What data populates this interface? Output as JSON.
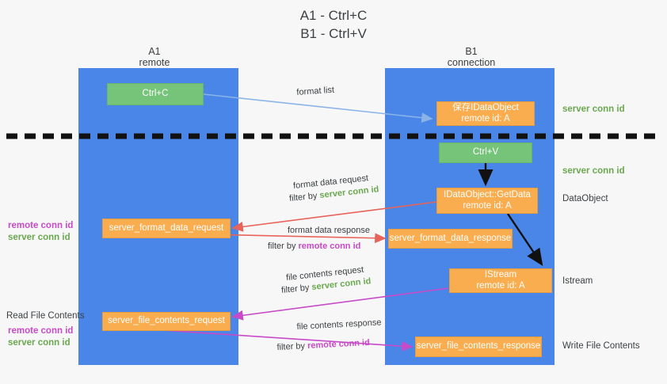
{
  "title": {
    "line1": "A1 - Ctrl+C",
    "line2": "B1 - Ctrl+V"
  },
  "lanes": [
    {
      "name": "A1",
      "sub": "remote"
    },
    {
      "name": "B1",
      "sub": "connection"
    }
  ],
  "boxes": {
    "ctrl_c": {
      "line1": "Ctrl+C",
      "line2": ""
    },
    "save_idataobject": {
      "line1": "保存IDataObject",
      "line2": "remote id: A"
    },
    "ctrl_v": {
      "line1": "Ctrl+V",
      "line2": ""
    },
    "getdata": {
      "line1": "IDataObject::GetData",
      "line2": "remote id: A"
    },
    "format_data_request": {
      "line1": "server_format_data_request",
      "line2": ""
    },
    "format_data_response": {
      "line1": "server_format_data_response",
      "line2": ""
    },
    "istream": {
      "line1": "IStream",
      "line2": "remote id: A"
    },
    "file_contents_request": {
      "line1": "server_file_contents_request",
      "line2": ""
    },
    "file_contents_response": {
      "line1": "server_file_contents_response",
      "line2": ""
    }
  },
  "edge_labels": {
    "format_list": "format list",
    "format_data_request": "format data request",
    "format_data_request_filter_prefix": "filter by ",
    "format_data_request_filter_key": "server conn id",
    "format_data_response": "format data response",
    "format_data_response_filter_prefix": "filter by ",
    "format_data_response_filter_key": "remote conn id",
    "file_contents_request": "file contents request",
    "file_contents_request_filter_prefix": "filter by ",
    "file_contents_request_filter_key": "server conn id",
    "file_contents_response": "file contents response",
    "file_contents_response_filter_prefix": "filter by ",
    "file_contents_response_filter_key": "remote conn id"
  },
  "right_labels": {
    "server_conn_id_top": "server conn id",
    "server_conn_id_mid": "server conn id",
    "data_object": "DataObject",
    "istream": "Istream",
    "write_file_contents": "Write File Contents"
  },
  "left_labels": {
    "remote_conn_id_mid": "remote conn id",
    "server_conn_id_mid": "server conn id",
    "read_file_contents": "Read File Contents",
    "remote_conn_id_low": "remote conn id",
    "server_conn_id_low": "server conn id"
  },
  "colors": {
    "lane": "#4a86e8",
    "orange": "#f9ad4f",
    "green_box": "#76c479",
    "green_text": "#6aa84f",
    "magenta": "#c74ac7",
    "red_arrow": "#e8635a",
    "blue_arrow": "#8ab4e8",
    "black": "#000000",
    "background": "#f7f7f7"
  }
}
